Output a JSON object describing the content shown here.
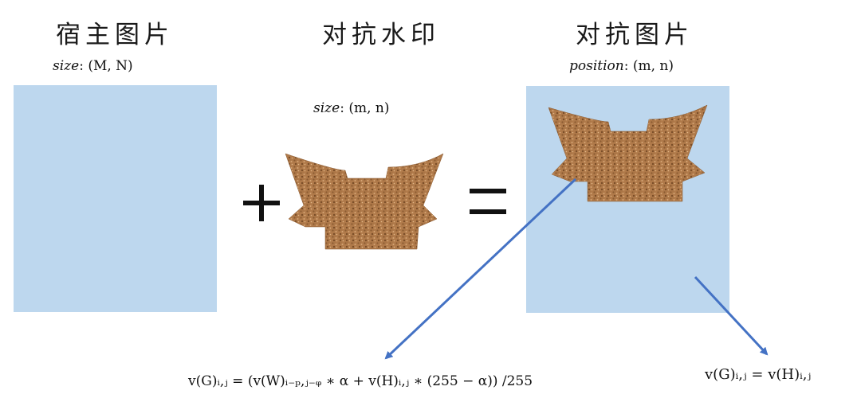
{
  "host": {
    "title": "宿主图片",
    "size_label_prefix": "size",
    "size_label_value": ": (M, N)"
  },
  "watermark": {
    "title": "对抗水印",
    "size_label_prefix": "size",
    "size_label_value": ": (m, n)"
  },
  "adversarial": {
    "title": "对抗图片",
    "position_label_prefix": "position",
    "position_label_value": ": (m, n)"
  },
  "operators": {
    "plus": "+",
    "equals": "="
  },
  "formulas": {
    "watermark_region": "v(G)ᵢ,ⱼ = (v(W)ᵢ₋ₚ,ⱼ₋ᵩ ∗ α + v(H)ᵢ,ⱼ ∗ (255 − α)) /255",
    "other_region": "v(G)ᵢ,ⱼ = v(H)ᵢ,ⱼ"
  },
  "colors": {
    "image_fill": "#bdd7ee",
    "arrow": "#4472c4",
    "cork": "#b07a4a"
  }
}
